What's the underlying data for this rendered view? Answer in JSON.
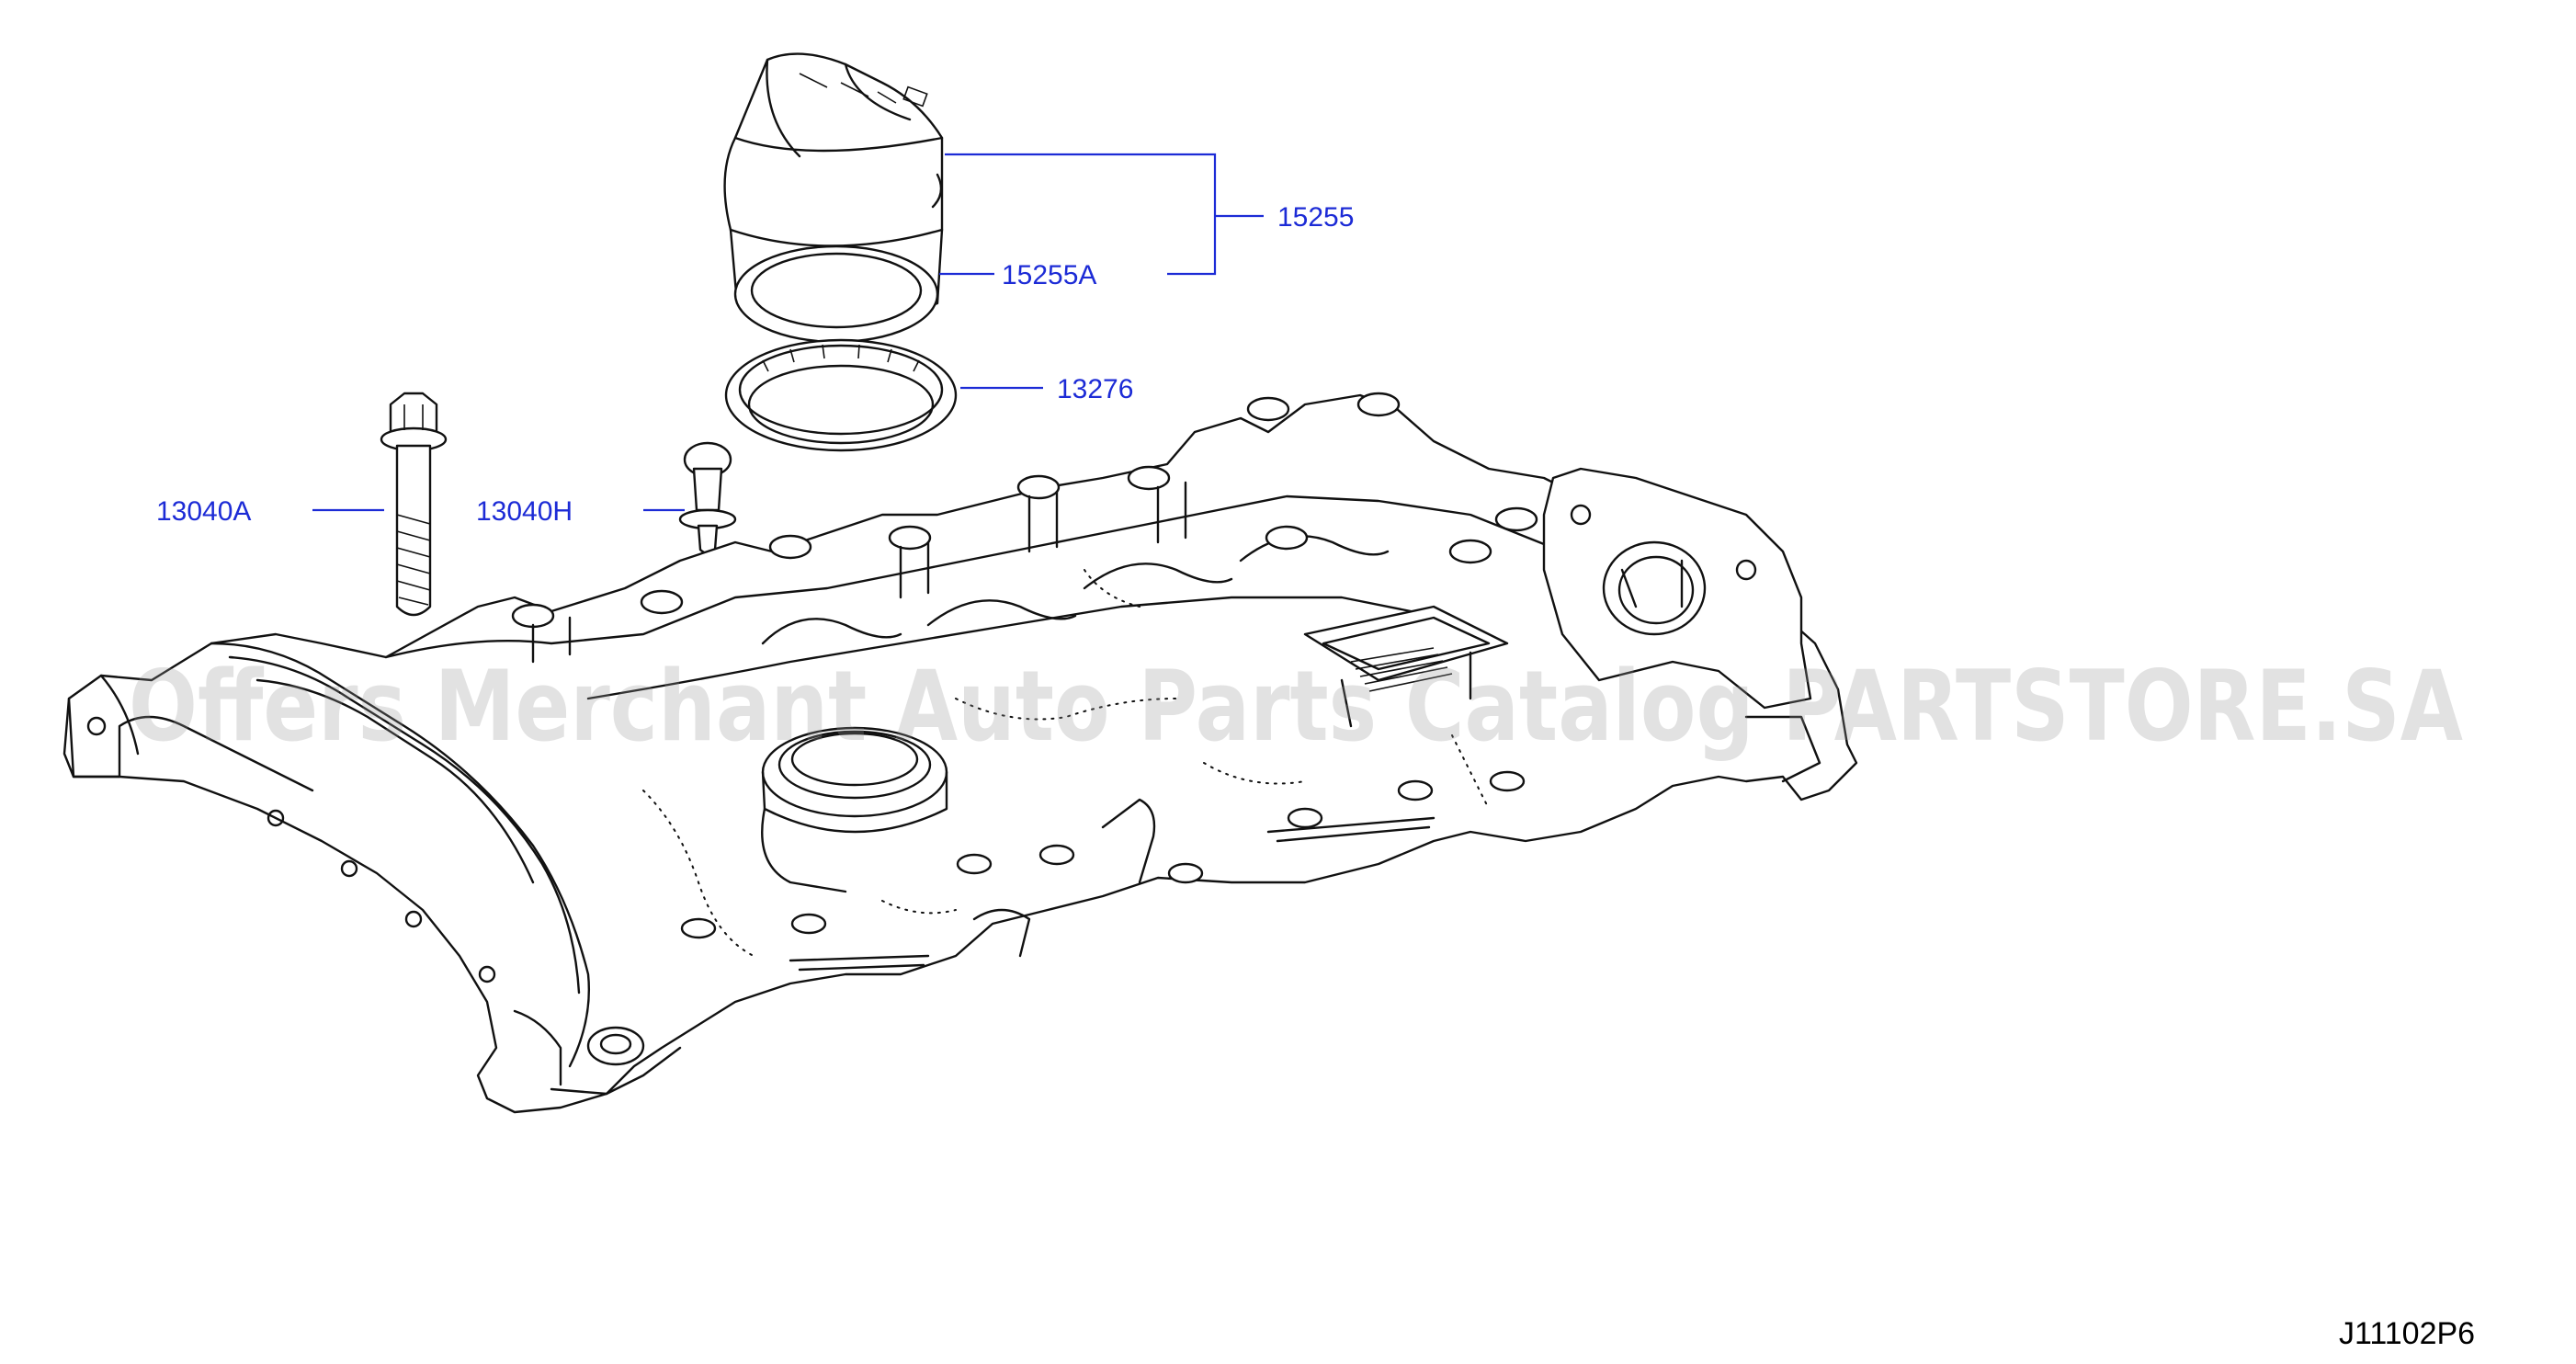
{
  "diagram": {
    "parts": [
      {
        "id": "15255",
        "label": "15255"
      },
      {
        "id": "15255A",
        "label": "15255A"
      },
      {
        "id": "13276",
        "label": "13276"
      },
      {
        "id": "13040A",
        "label": "13040A"
      },
      {
        "id": "13040H",
        "label": "13040H"
      }
    ],
    "watermark": "Offers Merchant Auto Parts Catalog PARTSTORE.SA",
    "diagram_code": "J11102P6",
    "colors": {
      "label": "#1c2bd6",
      "ink": "#111111",
      "watermark": "#969696"
    }
  }
}
